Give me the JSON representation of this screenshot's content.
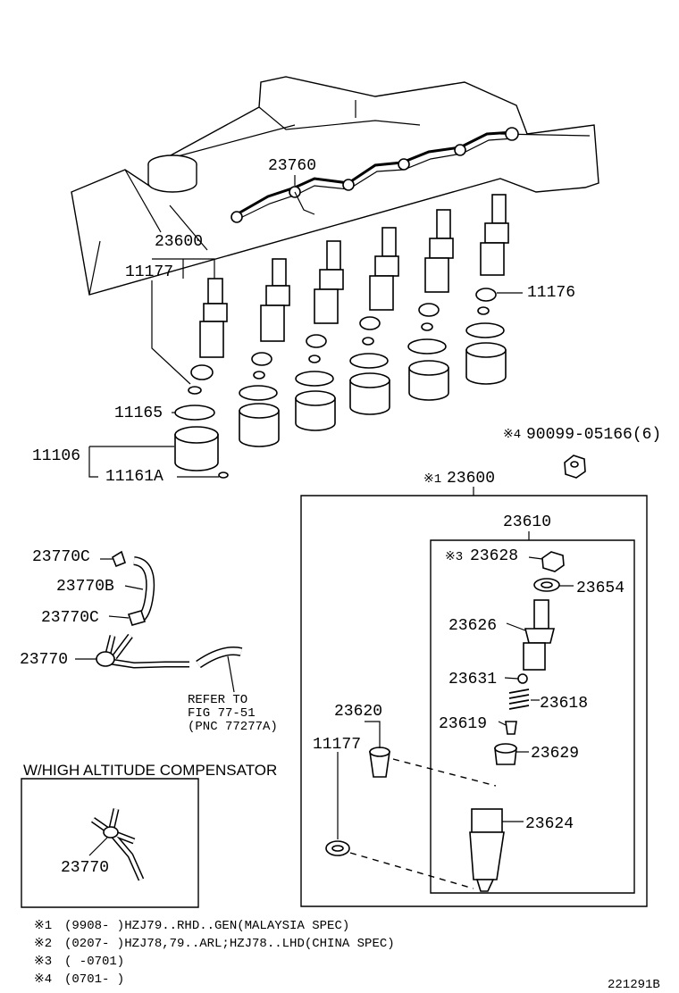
{
  "labels": {
    "fuel_pipe_top": "23760",
    "nozzle_assy_top": "23600",
    "washer_11177_top": "11177",
    "seat_11176": "11176",
    "gasket_11165": "11165",
    "holder_11106": "11106",
    "ring_11161A": "11161A",
    "nut_90099": "90099-05166(6)",
    "nut_90099_mark": "※4",
    "nozzle_assy_box": "23600",
    "nozzle_assy_box_mark": "※1",
    "holder_body_23610": "23610",
    "nut_23628": "23628",
    "nut_23628_mark": "※3",
    "washer_23654": "23654",
    "body_23626": "23626",
    "ball_23631": "23631",
    "spring_23618": "23618",
    "pin_23619": "23619",
    "retainer_23629": "23629",
    "nozzle_tip_23624": "23624",
    "nozzle_23620": "23620",
    "washer_11177_box": "11177",
    "clamp_23770C_top": "23770C",
    "hose_23770B": "23770B",
    "clamp_23770C_bottom": "23770C",
    "pipe_23770": "23770",
    "refer_line1": "REFER TO",
    "refer_line2": "FIG 77-51",
    "refer_line3": "(PNC 77277A)",
    "altitude_title": "W/HIGH ALTITUDE COMPENSATOR",
    "altitude_pipe": "23770"
  },
  "notes": [
    {
      "mark": "※1",
      "text": "(9908-     )HZJ79..RHD..GEN(MALAYSIA SPEC)"
    },
    {
      "mark": "※2",
      "text": "(0207-     )HZJ78,79..ARL;HZJ78..LHD(CHINA SPEC)"
    },
    {
      "mark": "※3",
      "text": "(     -0701)"
    },
    {
      "mark": "※4",
      "text": "(0701-     )"
    }
  ],
  "figure_code": "221291B"
}
